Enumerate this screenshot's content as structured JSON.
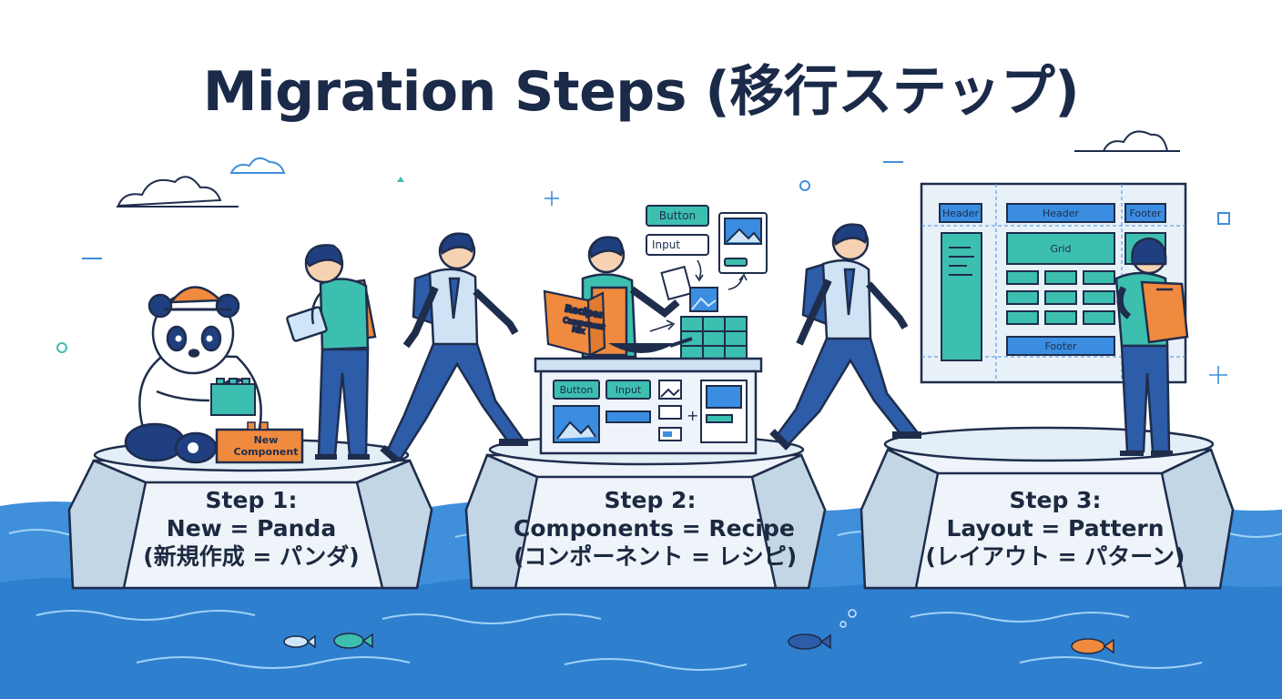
{
  "title": "Migration Steps (移行ステップ)",
  "steps": [
    {
      "heading": "Step 1:",
      "line1": "New = Panda",
      "line2": "(新規作成 = パンダ)"
    },
    {
      "heading": "Step 2:",
      "line1": "Components = Recipe",
      "line2": "(コンポーネント = レシピ)"
    },
    {
      "heading": "Step 3:",
      "line1": "Layout = Pattern",
      "line2": "(レイアウト = パターン)"
    }
  ],
  "step1_scene": {
    "box_label": "New Component"
  },
  "step2_scene": {
    "recipe_book": [
      "Recipe:",
      "Component",
      "Mix"
    ],
    "floating_button": "Button",
    "floating_input": "Input",
    "counter_button": "Button",
    "counter_input": "Input"
  },
  "step3_scene": {
    "board_header_left": "Header",
    "board_header_center": "Header",
    "board_footer_right": "Footer",
    "board_grid": "Grid",
    "board_footer_bottom": "Footer"
  },
  "colors": {
    "title": "#1b2a48",
    "outline": "#1f2d4d",
    "water": "#3f8fdb",
    "water_light": "#7fc0f0",
    "teal": "#3dbfb0",
    "blue_component": "#3a8de0",
    "orange": "#f08a3e",
    "shirt_blue": "#2d5ca8",
    "rock": "#d9e7f1"
  }
}
